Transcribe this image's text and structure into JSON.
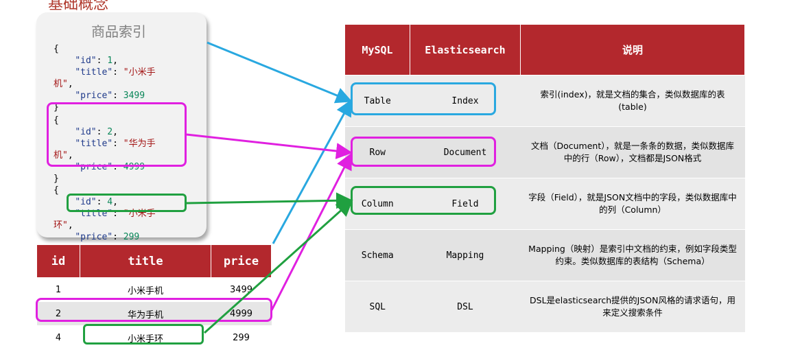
{
  "heading": "基础概念",
  "card": {
    "title": "商品索引",
    "docs": [
      {
        "open": "{",
        "id_key": "\"id\"",
        "id_val": "1",
        "title_key": "\"title\"",
        "title_val": "\"小米手",
        "title_val2": "机\"",
        "price_key": "\"price\"",
        "price_val": "3499",
        "close": "}"
      },
      {
        "open": "{",
        "id_key": "\"id\"",
        "id_val": "2",
        "title_key": "\"title\"",
        "title_val": "\"华为手",
        "title_val2": "机\"",
        "price_key": "\"price\"",
        "price_val": "4999",
        "close": "}"
      },
      {
        "open": "{",
        "id_key": "\"id\"",
        "id_val": "4",
        "title_key": "\"title\"",
        "title_val": "\"小米手",
        "title_val2": "环\"",
        "price_key": "\"price\"",
        "price_val": "299",
        "close": "}"
      }
    ]
  },
  "left_table": {
    "headers": [
      "id",
      "title",
      "price"
    ],
    "rows": [
      [
        "1",
        "小米手机",
        "3499"
      ],
      [
        "2",
        "华为手机",
        "4999"
      ],
      [
        "4",
        "小米手环",
        "299"
      ]
    ]
  },
  "right_table": {
    "headers": [
      "MySQL",
      "Elasticsearch",
      "说明"
    ],
    "rows": [
      [
        "Table",
        "Index",
        "索引(index)，就是文档的集合，类似数据库的表(table)"
      ],
      [
        "Row",
        "Document",
        "文档（Document），就是一条条的数据，类似数据库中的行（Row），文档都是JSON格式"
      ],
      [
        "Column",
        "Field",
        "字段（Field），就是JSON文档中的字段，类似数据库中的列（Column）"
      ],
      [
        "Schema",
        "Mapping",
        "Mapping（映射）是索引中文档的约束，例如字段类型约束。类似数据库的表结构（Schema）"
      ],
      [
        "SQL",
        "DSL",
        "DSL是elasticsearch提供的JSON风格的请求语句，用来定义搜索条件"
      ]
    ]
  },
  "colors": {
    "header_red": "#b3282d",
    "blue": "#29a8e0",
    "magenta": "#e020e0",
    "green": "#20a040"
  }
}
